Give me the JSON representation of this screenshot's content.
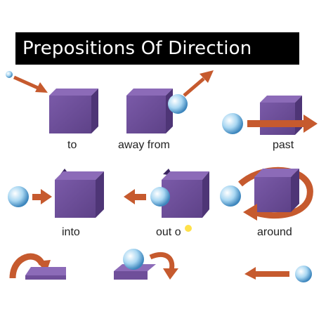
{
  "title": "Prepositions Of Direction",
  "labels": {
    "to": "to",
    "away_from": "away from",
    "past": "past",
    "into": "into",
    "out_of": "out o",
    "around": "around"
  },
  "colors": {
    "cube_front": "#6f4f9a",
    "cube_top": "#8c6bb8",
    "cube_side": "#4e3576",
    "arrow": "#c65a2e",
    "ball": "#9ed0ef",
    "title_bg": "#000000",
    "title_text": "#ffffff",
    "cursor_dot": "#ffe14a"
  }
}
